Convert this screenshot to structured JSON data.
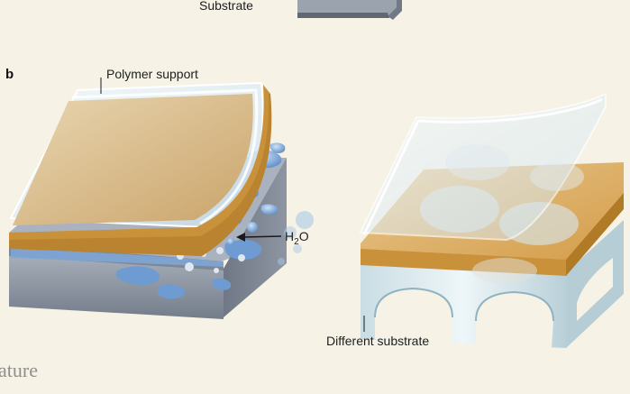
{
  "labels": {
    "top_substrate": "Substrate",
    "panel_letter": "b",
    "polymer_support": "Polymer support",
    "water_main": "H",
    "water_sub": "2",
    "water_tail": "O",
    "different_substrate": "Different substrate"
  },
  "logo": {
    "text": "ature"
  },
  "colors": {
    "background": "#f6f3e6",
    "polymer_film": "#d9b06d",
    "polymer_edge": "#c48b34",
    "glass": "#dfeef6",
    "substrate_side": "#8f98a5",
    "substrate_top": "#b9c0ca",
    "water": "#6f9fd6"
  }
}
